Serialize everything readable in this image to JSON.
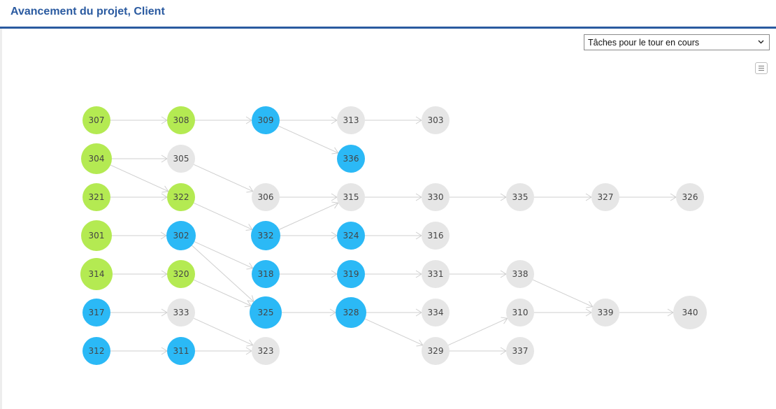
{
  "header": {
    "title": "Avancement du projet, Client"
  },
  "filter": {
    "selected": "Tâches pour le tour en cours"
  },
  "colors": {
    "green": "#b4ea52",
    "blue": "#2bb9f6",
    "grey": "#e6e6e6",
    "edge": "#cfcfcf",
    "title": "#2a5aa0"
  },
  "nodes": [
    {
      "id": "307",
      "status": "green",
      "col": 0,
      "row": 0
    },
    {
      "id": "308",
      "status": "green",
      "col": 1,
      "row": 0
    },
    {
      "id": "309",
      "status": "blue",
      "col": 2,
      "row": 0
    },
    {
      "id": "313",
      "status": "grey",
      "col": 3,
      "row": 0
    },
    {
      "id": "303",
      "status": "grey",
      "col": 4,
      "row": 0
    },
    {
      "id": "304",
      "status": "green",
      "col": 0,
      "row": 1
    },
    {
      "id": "305",
      "status": "grey",
      "col": 1,
      "row": 1
    },
    {
      "id": "336",
      "status": "blue",
      "col": 3,
      "row": 1
    },
    {
      "id": "321",
      "status": "green",
      "col": 0,
      "row": 2
    },
    {
      "id": "322",
      "status": "green",
      "col": 1,
      "row": 2
    },
    {
      "id": "306",
      "status": "grey",
      "col": 2,
      "row": 2
    },
    {
      "id": "315",
      "status": "grey",
      "col": 3,
      "row": 2
    },
    {
      "id": "330",
      "status": "grey",
      "col": 4,
      "row": 2
    },
    {
      "id": "335",
      "status": "grey",
      "col": 5,
      "row": 2
    },
    {
      "id": "327",
      "status": "grey",
      "col": 6,
      "row": 2
    },
    {
      "id": "326",
      "status": "grey",
      "col": 7,
      "row": 2
    },
    {
      "id": "301",
      "status": "green",
      "col": 0,
      "row": 3
    },
    {
      "id": "302",
      "status": "blue",
      "col": 1,
      "row": 3
    },
    {
      "id": "332",
      "status": "blue",
      "col": 2,
      "row": 3
    },
    {
      "id": "324",
      "status": "blue",
      "col": 3,
      "row": 3
    },
    {
      "id": "316",
      "status": "grey",
      "col": 4,
      "row": 3
    },
    {
      "id": "314",
      "status": "green",
      "col": 0,
      "row": 4
    },
    {
      "id": "320",
      "status": "green",
      "col": 1,
      "row": 4
    },
    {
      "id": "318",
      "status": "blue",
      "col": 2,
      "row": 4
    },
    {
      "id": "319",
      "status": "blue",
      "col": 3,
      "row": 4
    },
    {
      "id": "331",
      "status": "grey",
      "col": 4,
      "row": 4
    },
    {
      "id": "338",
      "status": "grey",
      "col": 5,
      "row": 4
    },
    {
      "id": "317",
      "status": "blue",
      "col": 0,
      "row": 5
    },
    {
      "id": "333",
      "status": "grey",
      "col": 1,
      "row": 5
    },
    {
      "id": "325",
      "status": "blue",
      "col": 2,
      "row": 5
    },
    {
      "id": "328",
      "status": "blue",
      "col": 3,
      "row": 5
    },
    {
      "id": "334",
      "status": "grey",
      "col": 4,
      "row": 5
    },
    {
      "id": "310",
      "status": "grey",
      "col": 5,
      "row": 5
    },
    {
      "id": "339",
      "status": "grey",
      "col": 6,
      "row": 5
    },
    {
      "id": "340",
      "status": "grey",
      "col": 7,
      "row": 5
    },
    {
      "id": "312",
      "status": "blue",
      "col": 0,
      "row": 6
    },
    {
      "id": "311",
      "status": "blue",
      "col": 1,
      "row": 6
    },
    {
      "id": "323",
      "status": "grey",
      "col": 2,
      "row": 6
    },
    {
      "id": "329",
      "status": "grey",
      "col": 4,
      "row": 6
    },
    {
      "id": "337",
      "status": "grey",
      "col": 5,
      "row": 6
    }
  ],
  "edges": [
    [
      "307",
      "308"
    ],
    [
      "308",
      "309"
    ],
    [
      "309",
      "313"
    ],
    [
      "313",
      "303"
    ],
    [
      "309",
      "336"
    ],
    [
      "304",
      "305"
    ],
    [
      "304",
      "322"
    ],
    [
      "305",
      "306"
    ],
    [
      "306",
      "315"
    ],
    [
      "321",
      "322"
    ],
    [
      "322",
      "332"
    ],
    [
      "332",
      "315"
    ],
    [
      "315",
      "330"
    ],
    [
      "330",
      "335"
    ],
    [
      "335",
      "327"
    ],
    [
      "327",
      "326"
    ],
    [
      "301",
      "302"
    ],
    [
      "302",
      "318"
    ],
    [
      "302",
      "325"
    ],
    [
      "332",
      "324"
    ],
    [
      "324",
      "316"
    ],
    [
      "314",
      "320"
    ],
    [
      "320",
      "325"
    ],
    [
      "318",
      "319"
    ],
    [
      "319",
      "331"
    ],
    [
      "331",
      "338"
    ],
    [
      "338",
      "339"
    ],
    [
      "317",
      "333"
    ],
    [
      "333",
      "323"
    ],
    [
      "325",
      "328"
    ],
    [
      "328",
      "334"
    ],
    [
      "328",
      "329"
    ],
    [
      "329",
      "310"
    ],
    [
      "310",
      "339"
    ],
    [
      "339",
      "340"
    ],
    [
      "312",
      "311"
    ],
    [
      "311",
      "323"
    ],
    [
      "329",
      "337"
    ]
  ]
}
